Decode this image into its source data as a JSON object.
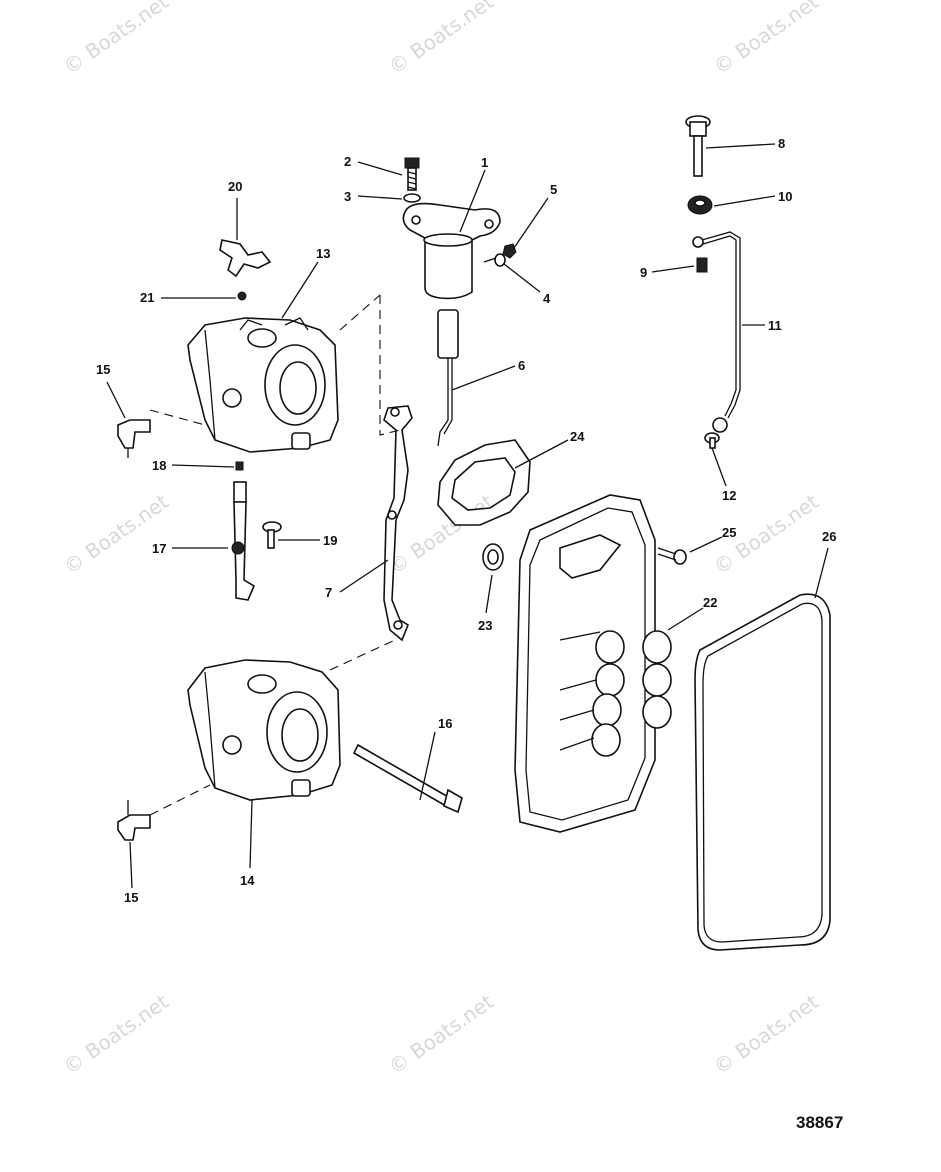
{
  "watermark": "© Boats.net",
  "figure_number": "38867",
  "labels": {
    "l1": "1",
    "l2": "2",
    "l3": "3",
    "l4": "4",
    "l5": "5",
    "l6": "6",
    "l7": "7",
    "l8": "8",
    "l9": "9",
    "l10": "10",
    "l11": "11",
    "l12": "12",
    "l13": "13",
    "l14": "14",
    "l15a": "15",
    "l15b": "15",
    "l16": "16",
    "l17": "17",
    "l18": "18",
    "l19": "19",
    "l20": "20",
    "l21": "21",
    "l22": "22",
    "l23": "23",
    "l24": "24",
    "l25": "25",
    "l26": "26"
  }
}
